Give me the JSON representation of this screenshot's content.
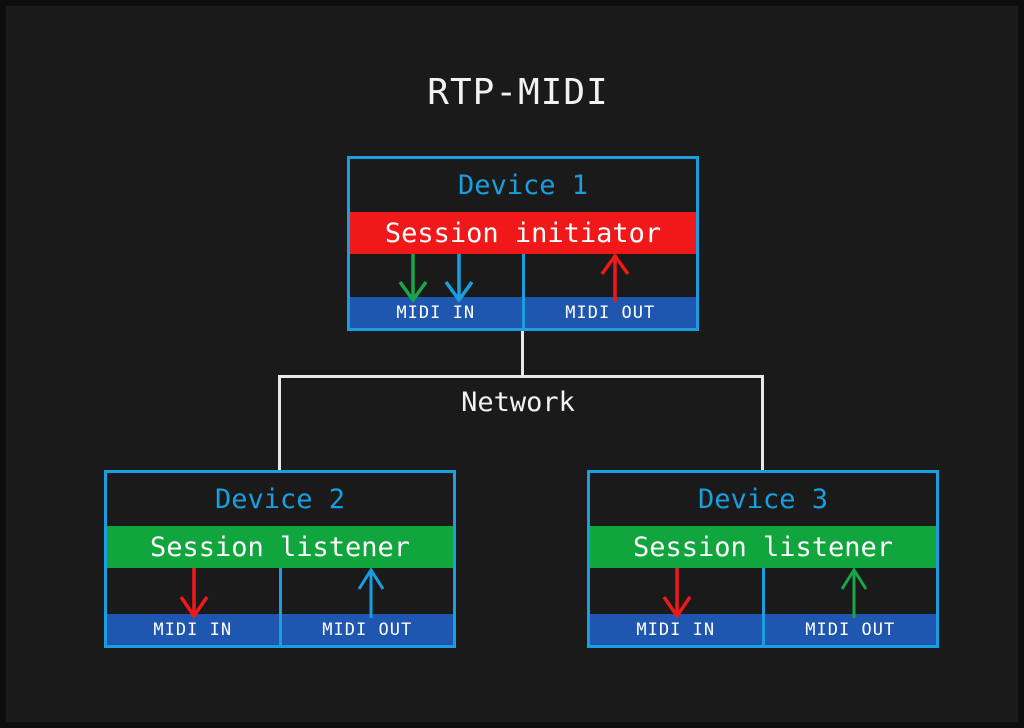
{
  "page": {
    "title": "RTP-MIDI",
    "background_color": "#1a1a1a",
    "accent_border_color": "#1a9ee0",
    "port_band_color": "#1f56b0",
    "initiator_color": "#f01818",
    "listener_color": "#11a53d",
    "network_line_color": "#e8e8e8"
  },
  "network": {
    "label": "Network"
  },
  "devices": [
    {
      "id": "device-1",
      "title": "Device 1",
      "role_label": "Session initiator",
      "role_type": "initiator",
      "ports": [
        {
          "label": "MIDI IN",
          "arrows": [
            {
              "direction": "down",
              "color": "#19a548"
            },
            {
              "direction": "down",
              "color": "#1a9ee0"
            }
          ]
        },
        {
          "label": "MIDI OUT",
          "arrows": [
            {
              "direction": "up",
              "color": "#f01818"
            }
          ]
        }
      ]
    },
    {
      "id": "device-2",
      "title": "Device 2",
      "role_label": "Session listener",
      "role_type": "listener",
      "ports": [
        {
          "label": "MIDI IN",
          "arrows": [
            {
              "direction": "down",
              "color": "#f01818"
            }
          ]
        },
        {
          "label": "MIDI OUT",
          "arrows": [
            {
              "direction": "up",
              "color": "#1a9ee0"
            }
          ]
        }
      ]
    },
    {
      "id": "device-3",
      "title": "Device 3",
      "role_label": "Session listener",
      "role_type": "listener",
      "ports": [
        {
          "label": "MIDI IN",
          "arrows": [
            {
              "direction": "down",
              "color": "#f01818"
            }
          ]
        },
        {
          "label": "MIDI OUT",
          "arrows": [
            {
              "direction": "up",
              "color": "#19a548"
            }
          ]
        }
      ]
    }
  ]
}
